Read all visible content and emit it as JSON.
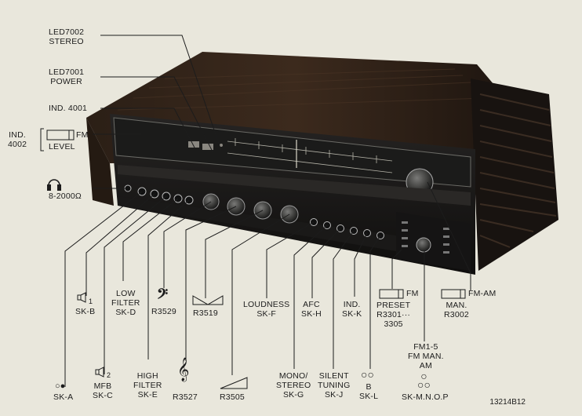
{
  "top_labels": {
    "led7002": [
      "LED7002",
      "STEREO"
    ],
    "led7001": [
      "LED7001",
      "POWER"
    ],
    "ind4001": "IND. 4001",
    "ind4002": [
      "IND.",
      "4002"
    ],
    "fm": "FM",
    "level": "LEVEL",
    "phones": "8-2000Ω"
  },
  "bottom_labels": {
    "ska": "SK-A",
    "skb_num": "1",
    "skb": "SK-B",
    "skc_num": "2",
    "skc": [
      "MFB",
      "SK-C"
    ],
    "skd": [
      "LOW",
      "FILTER",
      "SK-D"
    ],
    "ske": [
      "HIGH",
      "FILTER",
      "SK-E"
    ],
    "r3529": "R3529",
    "r3527": "R3527",
    "r3519": "R3519",
    "r3505": "R3505",
    "skf": [
      "LOUDNESS",
      "SK-F"
    ],
    "skg": [
      "MONO/",
      "STEREO",
      "SK-G"
    ],
    "skh": [
      "AFC",
      "SK-H"
    ],
    "skj": [
      "SILENT",
      "TUNING",
      "SK-J"
    ],
    "skk": [
      "IND.",
      "SK-K"
    ],
    "skl": [
      "B",
      "SK-L"
    ],
    "preset_fm": "FM",
    "preset": [
      "PRESET",
      "R3301···",
      "3305"
    ],
    "fm1_5": [
      "FM1-5",
      "FM MAN.",
      "AM"
    ],
    "skmnop": "SK-M.N.O.P",
    "man_fmam": "FM-AM",
    "man": [
      "MAN.",
      "R3002"
    ]
  },
  "figure_number": "13214B12",
  "icons": [
    "headphone-icon",
    "speaker-icon",
    "bass-clef-icon",
    "treble-clef-icon",
    "balance-icon",
    "volume-wedge-icon",
    "tape-icon",
    "level-meter-icon"
  ]
}
